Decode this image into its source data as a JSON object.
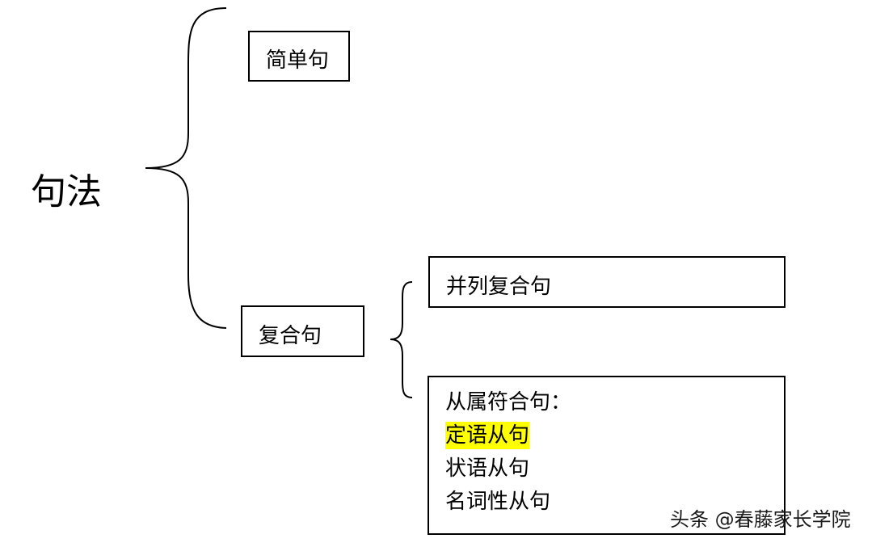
{
  "root": {
    "label": "句法"
  },
  "level1": {
    "simple_sentence": "简单句",
    "compound_sentence": "复合句"
  },
  "level2": {
    "coordinate_compound": "并列复合句",
    "subordinate_compound": {
      "title": "从属符合句：",
      "items": [
        "定语从句",
        "状语从句",
        "名词性从句"
      ],
      "highlighted_item": "定语从句"
    }
  },
  "colors": {
    "line": "#000000",
    "highlight": "#ffff00",
    "background": "#ffffff"
  },
  "watermark": {
    "text": "头条 @春藤家长学院"
  }
}
